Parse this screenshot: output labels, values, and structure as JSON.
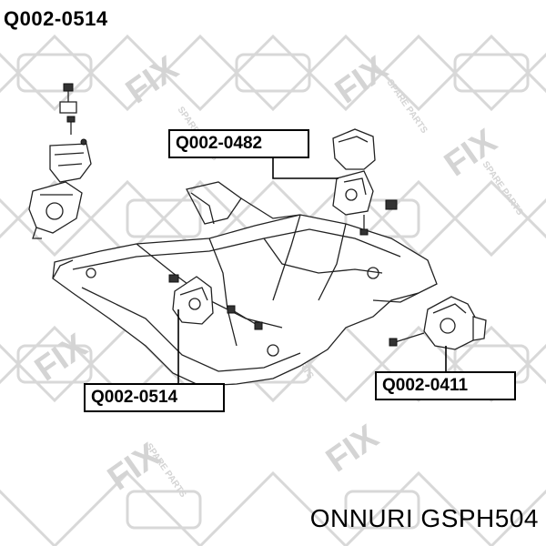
{
  "header": {
    "part_number": "Q002-0514"
  },
  "callouts": {
    "upper_mount": "Q002-0482",
    "front_mount": "Q002-0514",
    "right_mount": "Q002-0411"
  },
  "watermark": {
    "brand": "FIX",
    "tagline": "SPARE PARTS"
  },
  "footer": {
    "brand": "ONNURI",
    "code": "GSPH504"
  }
}
